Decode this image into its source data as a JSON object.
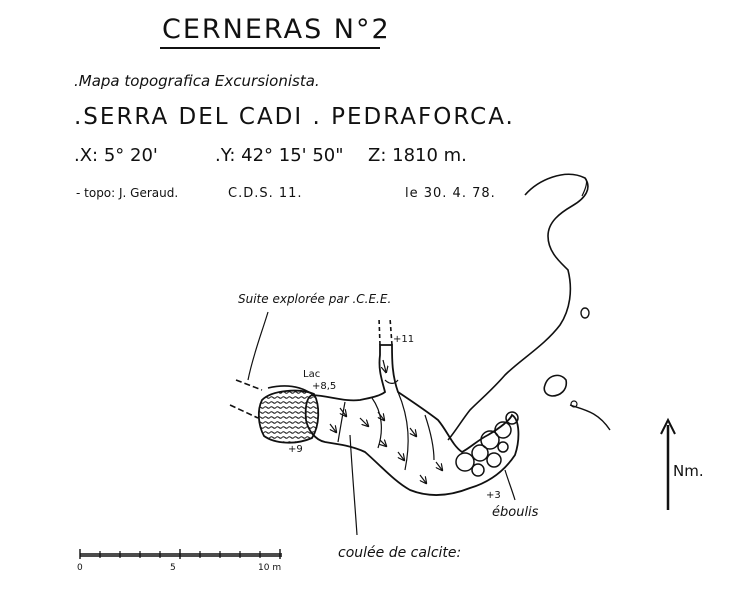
{
  "title": "CERNERAS N°2",
  "subtitle": ".Mapa topografica Excursionista.",
  "location": ".SERRA DEL CADI . PEDRAFORCA.",
  "coordinates": {
    "x": ".X: 5° 20'",
    "y": ".Y: 42° 15' 50\"",
    "z": "Z: 1810 m."
  },
  "credits": {
    "topo": "- topo: J. Geraud.",
    "club": "C.D.S. 11.",
    "date": "le 30. 4. 78."
  },
  "labels": {
    "suite": "Suite explorée par .C.E.E.",
    "lac": "Lac",
    "depth_85": "+8,5",
    "depth_11": "+11",
    "depth_9": "+9",
    "depth_3": "+3",
    "eboulis": "éboulis",
    "coulee": "coulée de calcite:",
    "north": "Nm."
  },
  "scale": {
    "ticks": [
      "0",
      "5",
      "10 m"
    ]
  }
}
